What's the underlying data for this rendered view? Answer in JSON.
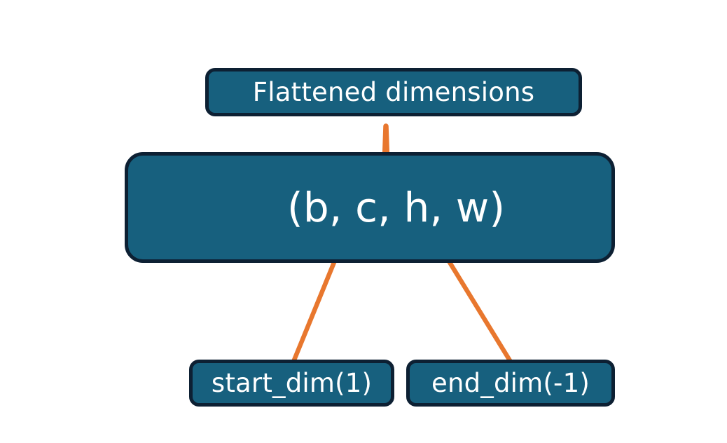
{
  "diagram": {
    "title_text": "Flattened dimensions",
    "background_color": "#ffffff",
    "node_fill_color": "#17607e",
    "node_border_color": "#0d2033",
    "node_text_color": "#ffffff",
    "connector_color": "#e8772e",
    "nodes": {
      "flattened": {
        "label": "Flattened dimensions"
      },
      "shape": {
        "label": "(b, c, h, w)"
      },
      "start_dim": {
        "label": "start_dim(1)"
      },
      "end_dim": {
        "label": "end_dim(-1)"
      }
    },
    "connectors": [
      {
        "name": "brace-flattened-to-shape",
        "kind": "curly-brace",
        "from": "shape",
        "to": "flattened",
        "spans_tokens": "c, h, w"
      },
      {
        "name": "arrow-start-dim-to-shape",
        "kind": "arrow",
        "from": "start_dim",
        "to": "shape",
        "points_at_token": "c"
      },
      {
        "name": "arrow-end-dim-to-shape",
        "kind": "arrow",
        "from": "end_dim",
        "to": "shape",
        "points_at_token": "w"
      }
    ]
  }
}
